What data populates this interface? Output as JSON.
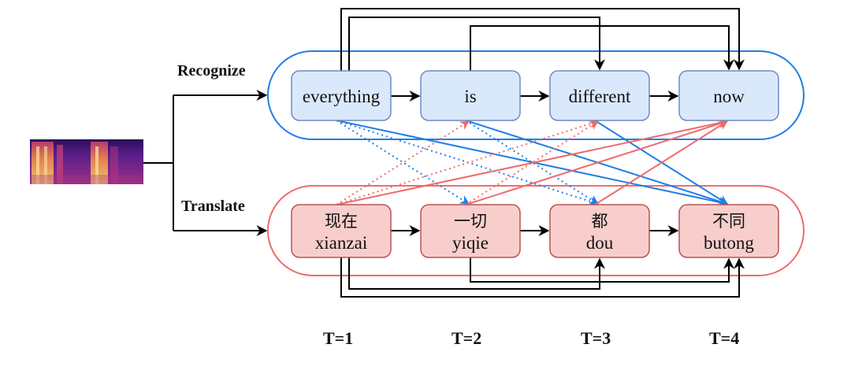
{
  "diagram": {
    "input": {
      "name": "spectrogram",
      "label": ""
    },
    "branches": [
      {
        "id": "recognize",
        "label": "Recognize",
        "color": "#1f7fe6",
        "node_fill": "#dae8fc",
        "node_stroke": "#6c8ebf",
        "nodes": [
          {
            "id": "r1",
            "text": "everything",
            "time": 1
          },
          {
            "id": "r2",
            "text": "is",
            "time": 2
          },
          {
            "id": "r3",
            "text": "different",
            "time": 3
          },
          {
            "id": "r4",
            "text": "now",
            "time": 4
          }
        ]
      },
      {
        "id": "translate",
        "label": "Translate",
        "color": "#ef6b6b",
        "node_fill": "#f8cecc",
        "node_stroke": "#b85450",
        "nodes": [
          {
            "id": "t1",
            "text": "现在",
            "pinyin": "xianzai",
            "time": 1
          },
          {
            "id": "t2",
            "text": "一切",
            "pinyin": "yiqie",
            "time": 2
          },
          {
            "id": "t3",
            "text": "都",
            "pinyin": "dou",
            "time": 3
          },
          {
            "id": "t4",
            "text": "不同",
            "pinyin": "butong",
            "time": 4
          }
        ]
      }
    ],
    "sequential_edges": [
      {
        "from": "r1",
        "to": "r2"
      },
      {
        "from": "r2",
        "to": "r3"
      },
      {
        "from": "r3",
        "to": "r4"
      },
      {
        "from": "t1",
        "to": "t2"
      },
      {
        "from": "t2",
        "to": "t3"
      },
      {
        "from": "t3",
        "to": "t4"
      }
    ],
    "skip_edges_top": [
      {
        "from": "r1",
        "to": "r4"
      },
      {
        "from": "r1",
        "to": "r3"
      },
      {
        "from": "r2",
        "to": "r4"
      }
    ],
    "skip_edges_bottom": [
      {
        "from": "t2",
        "to": "t4"
      },
      {
        "from": "t1",
        "to": "t3"
      },
      {
        "from": "t1",
        "to": "t4"
      }
    ],
    "cross_edges": [
      {
        "from": "r1",
        "to": "t2",
        "color": "blue",
        "style": "dotted"
      },
      {
        "from": "r1",
        "to": "t3",
        "color": "blue",
        "style": "dotted"
      },
      {
        "from": "r1",
        "to": "t4",
        "color": "blue",
        "style": "solid"
      },
      {
        "from": "r2",
        "to": "t3",
        "color": "blue",
        "style": "dotted"
      },
      {
        "from": "r2",
        "to": "t4",
        "color": "blue",
        "style": "solid"
      },
      {
        "from": "r3",
        "to": "t4",
        "color": "blue",
        "style": "solid"
      },
      {
        "from": "t1",
        "to": "r2",
        "color": "red",
        "style": "dotted"
      },
      {
        "from": "t1",
        "to": "r3",
        "color": "red",
        "style": "dotted"
      },
      {
        "from": "t1",
        "to": "r4",
        "color": "red",
        "style": "solid"
      },
      {
        "from": "t2",
        "to": "r3",
        "color": "red",
        "style": "dotted"
      },
      {
        "from": "t2",
        "to": "r4",
        "color": "red",
        "style": "solid"
      },
      {
        "from": "t3",
        "to": "r4",
        "color": "red",
        "style": "solid"
      }
    ],
    "time_labels": [
      "T=1",
      "T=2",
      "T=3",
      "T=4"
    ]
  }
}
